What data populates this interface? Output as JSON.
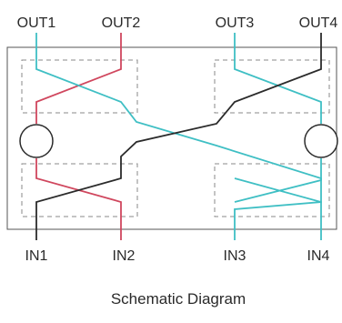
{
  "diagram": {
    "caption": "Schematic Diagram",
    "outputs": [
      "OUT1",
      "OUT2",
      "OUT3",
      "OUT4"
    ],
    "inputs": [
      "IN1",
      "IN2",
      "IN3",
      "IN4"
    ],
    "colors": {
      "red_trace": "#d0475e",
      "cyan_trace": "#3fbfc4",
      "black_trace": "#2b2b2b",
      "frame": "#555555",
      "dashed_box": "#8a8a8a"
    }
  }
}
